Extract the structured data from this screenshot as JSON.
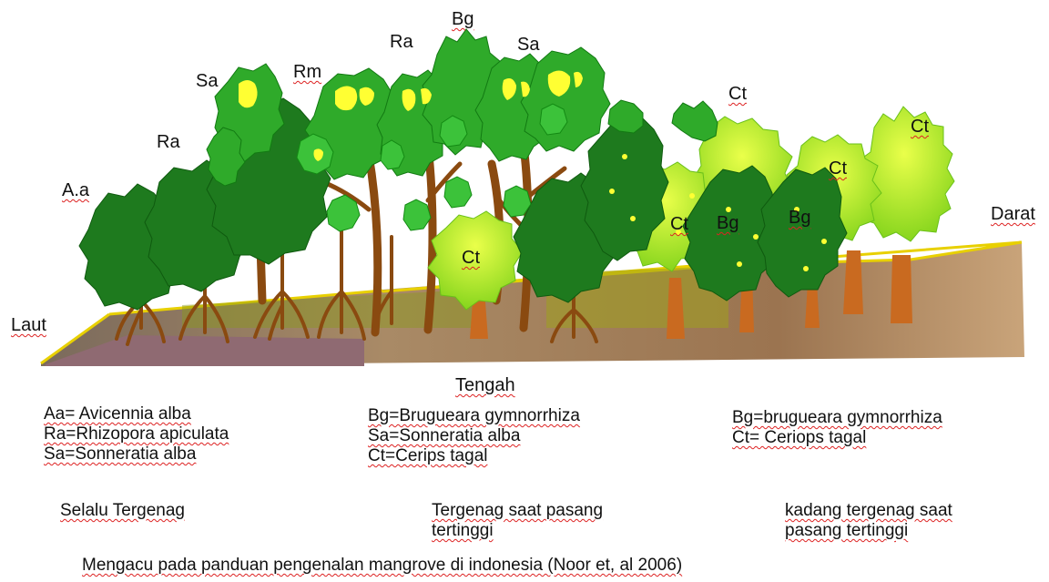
{
  "zones": {
    "sea": "Laut",
    "middle": "Tengah",
    "land": "Darat"
  },
  "tree_labels": {
    "aa": "A.a",
    "ra_left": "Ra",
    "sa_left": "Sa",
    "rm": "Rm",
    "ra_top": "Ra",
    "bg_top": "Bg",
    "sa_top": "Sa",
    "ct_mid": "Ct",
    "ct_top": "Ct",
    "ct_a": "Ct",
    "bg_a": "Bg",
    "bg_b": "Bg",
    "ct_b": "Ct",
    "ct_c": "Ct"
  },
  "legend": {
    "left": [
      "Aa= Avicennia alba",
      "Ra=Rhizopora apiculata",
      "Sa=Sonneratia alba"
    ],
    "middle": [
      "Bg=Brugueara gymnorrhiza",
      "Sa=Sonneratia alba",
      "Ct=Cerips tagal"
    ],
    "right": [
      "Bg=brugueara gymnorrhiza",
      "Ct= Ceriops tagal"
    ]
  },
  "inundation": {
    "left": [
      "Selalu Tergenag"
    ],
    "middle": [
      "Tergenag saat pasang",
      "tertinggi"
    ],
    "right": [
      "kadang tergenag saat",
      "pasang tertinggi"
    ]
  },
  "source": "Mengacu pada panduan pengenalan mangrove di indonesia (Noor et, al 2006)",
  "colors": {
    "dark_green": "#1e7a1e",
    "green": "#2faa2a",
    "light_green": "#b8f01a",
    "yellow": "#ffff33",
    "trunk": "#8a4a10",
    "mud": "#9c7a55",
    "sand": "#c7a070",
    "ground_line": "#e8d000"
  }
}
